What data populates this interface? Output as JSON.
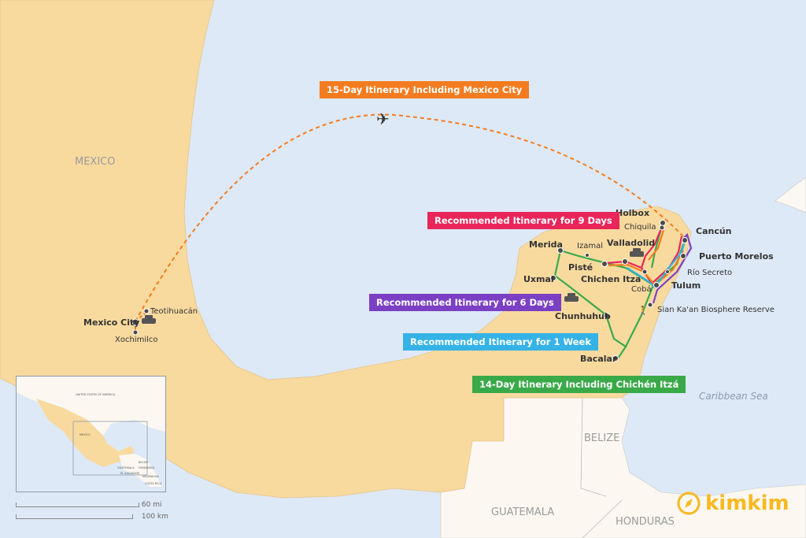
{
  "routes": [
    {
      "name": "15-Day Itinerary Including Mexico City",
      "color": "#f47c20"
    },
    {
      "name": "Recommended Itinerary for 9 Days",
      "color": "#e8265a"
    },
    {
      "name": "Recommended Itinerary for 6 Days",
      "color": "#7b3fc4"
    },
    {
      "name": "Recommended Itinerary for 1 Week",
      "color": "#35b3e6"
    },
    {
      "name": "14-Day Itinerary Including Chichén Itzá",
      "color": "#3aaa49"
    }
  ],
  "places": {
    "mexico_city": "Mexico City",
    "teotihuacan": "Teotihuacán",
    "xochimilco": "Xochimilco",
    "holbox": "Holbox",
    "chiquila": "Chiquila",
    "cancun": "Cancún",
    "merida": "Merida",
    "izamal": "Izamal",
    "valladolid": "Valladolid",
    "piste": "Pisté",
    "chichen_itza": "Chichen Itza",
    "puerto_morelos": "Puerto Morelos",
    "rio_secreto": "Río Secreto",
    "coba": "Cobá",
    "tulum": "Tulum",
    "uxmal": "Uxmal",
    "sian_kaan": "Sian Ka'an Biosphere Reserve",
    "chunhuhub": "Chunhuhub",
    "bacalar": "Bacalar"
  },
  "countries": {
    "mexico": "MEXICO",
    "belize": "BELIZE",
    "guatemala": "GUATEMALA",
    "honduras": "HONDURAS"
  },
  "seas": {
    "caribbean": "Caribbean Sea"
  },
  "inset": {
    "labels": [
      "UNITED STATES OF AMERICA",
      "MEXICO",
      "BELIZE",
      "GUATEMALA",
      "HONDURAS",
      "EL SALVADOR",
      "NICARAGUA",
      "COSTA RICA"
    ]
  },
  "scale": {
    "miles": "60 mi",
    "km": "100 km"
  },
  "brand": {
    "name": "kimkim",
    "color": "#f8b920"
  }
}
